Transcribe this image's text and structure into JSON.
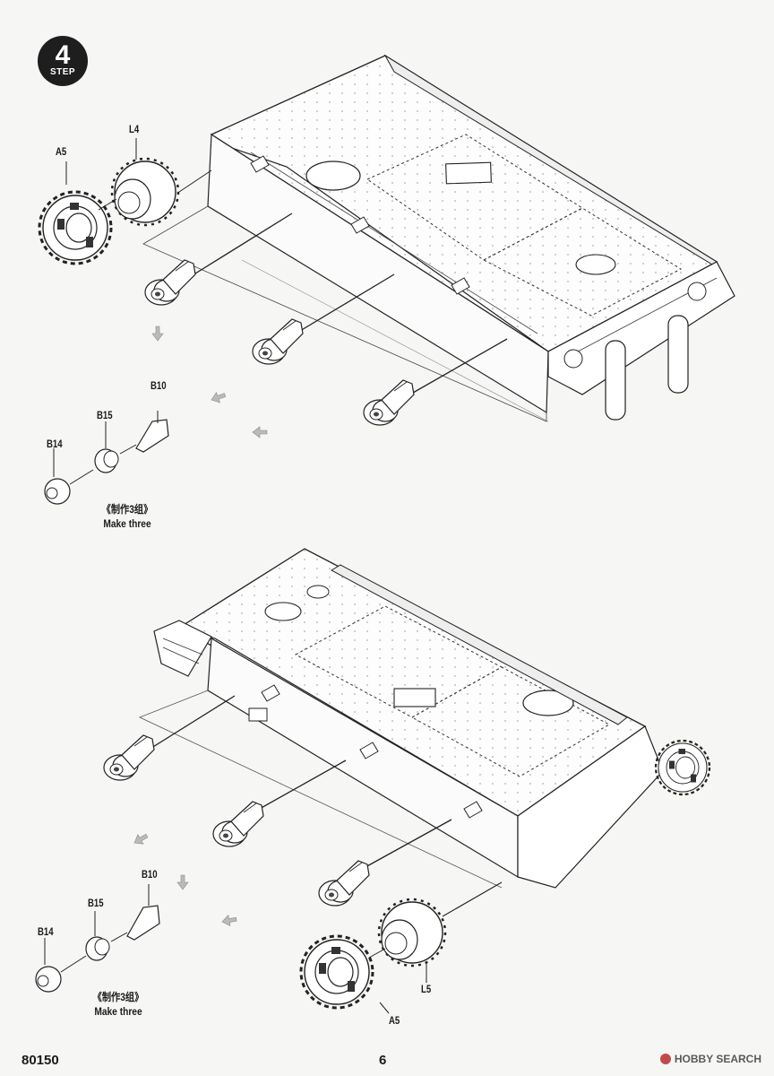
{
  "step": {
    "number": "4",
    "word": "STEP"
  },
  "upper_assembly": {
    "part_labels": [
      "A5",
      "L4",
      "B10",
      "B15",
      "B14"
    ],
    "note_cn": "《制作3组》",
    "note_en": "Make three"
  },
  "lower_assembly": {
    "part_labels": [
      "B10",
      "B15",
      "B14",
      "L5",
      "A5"
    ],
    "note_cn": "《制作3组》",
    "note_en": "Make three"
  },
  "footer": {
    "product_code": "80150",
    "page_number": "6",
    "watermark": "HOBBY SEARCH"
  }
}
